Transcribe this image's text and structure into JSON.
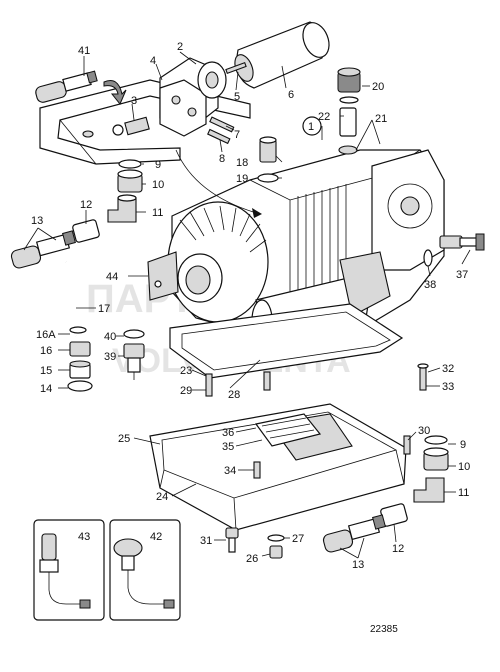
{
  "diagram": {
    "drawing_number": "22385",
    "watermark": [
      "ПАРТНЕР",
      "VOLVO PENTA"
    ],
    "callouts": [
      {
        "id": "c41",
        "text": "41"
      },
      {
        "id": "c2",
        "text": "2"
      },
      {
        "id": "c4",
        "text": "4"
      },
      {
        "id": "c3",
        "text": "3"
      },
      {
        "id": "c5",
        "text": "5"
      },
      {
        "id": "c6",
        "text": "6"
      },
      {
        "id": "c7",
        "text": "7"
      },
      {
        "id": "c8",
        "text": "8"
      },
      {
        "id": "c9a",
        "text": "9"
      },
      {
        "id": "c10a",
        "text": "10"
      },
      {
        "id": "c11a",
        "text": "11"
      },
      {
        "id": "c12a",
        "text": "12"
      },
      {
        "id": "c13a",
        "text": "13"
      },
      {
        "id": "c1",
        "text": "1"
      },
      {
        "id": "c18",
        "text": "18"
      },
      {
        "id": "c19",
        "text": "19"
      },
      {
        "id": "c20",
        "text": "20"
      },
      {
        "id": "c22",
        "text": "22"
      },
      {
        "id": "c21",
        "text": "21"
      },
      {
        "id": "c44",
        "text": "44"
      },
      {
        "id": "c17",
        "text": "17"
      },
      {
        "id": "c16a",
        "text": "16A"
      },
      {
        "id": "c16",
        "text": "16"
      },
      {
        "id": "c15",
        "text": "15"
      },
      {
        "id": "c14",
        "text": "14"
      },
      {
        "id": "c40",
        "text": "40"
      },
      {
        "id": "c39",
        "text": "39"
      },
      {
        "id": "c23",
        "text": "23"
      },
      {
        "id": "c29",
        "text": "29"
      },
      {
        "id": "c28",
        "text": "28"
      },
      {
        "id": "c37",
        "text": "37"
      },
      {
        "id": "c38",
        "text": "38"
      },
      {
        "id": "c32",
        "text": "32"
      },
      {
        "id": "c33",
        "text": "33"
      },
      {
        "id": "c25",
        "text": "25"
      },
      {
        "id": "c36",
        "text": "36"
      },
      {
        "id": "c35",
        "text": "35"
      },
      {
        "id": "c34",
        "text": "34"
      },
      {
        "id": "c30",
        "text": "30"
      },
      {
        "id": "c9b",
        "text": "9"
      },
      {
        "id": "c10b",
        "text": "10"
      },
      {
        "id": "c11b",
        "text": "11"
      },
      {
        "id": "c24",
        "text": "24"
      },
      {
        "id": "c31",
        "text": "31"
      },
      {
        "id": "c27",
        "text": "27"
      },
      {
        "id": "c26",
        "text": "26"
      },
      {
        "id": "c12b",
        "text": "12"
      },
      {
        "id": "c13b",
        "text": "13"
      },
      {
        "id": "c43",
        "text": "43"
      },
      {
        "id": "c42",
        "text": "42"
      }
    ]
  }
}
